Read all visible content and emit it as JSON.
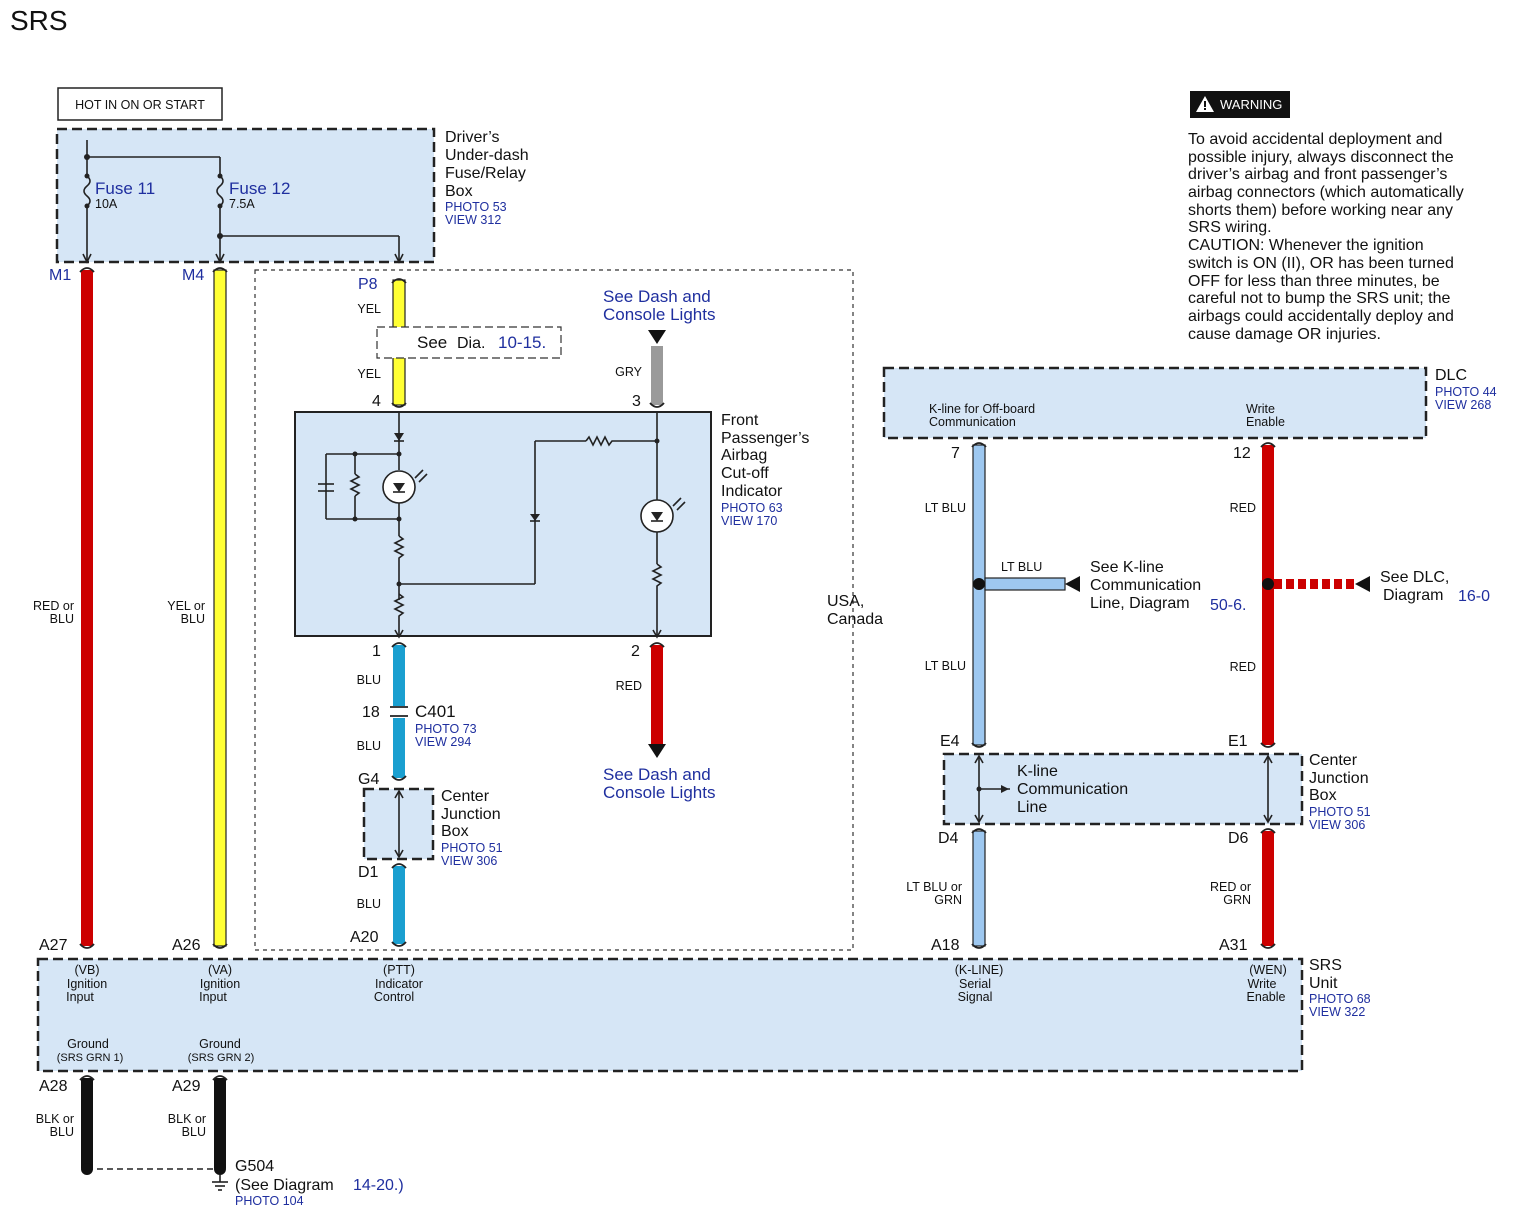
{
  "title": "SRS",
  "hot_label": "HOT IN ON OR START",
  "colors": {
    "red": "#cc0000",
    "yellow": "#ffff33",
    "blue": "#1a9fd0",
    "lt_blue": "#9ec8f0",
    "gray": "#9a9a9a",
    "black": "#111111",
    "box_fill": "#d6e6f6",
    "link": "#1f2f9f"
  },
  "fuse_box": {
    "name": [
      "Driver’s",
      "Under-dash",
      "Fuse/Relay",
      "Box"
    ],
    "photo": "PHOTO 53",
    "view": "VIEW 312",
    "fuse11": {
      "label": "Fuse 11",
      "rating": "10A"
    },
    "fuse12": {
      "label": "Fuse 12",
      "rating": "7.5A"
    }
  },
  "pins": {
    "m1": "M1",
    "m4": "M4",
    "p8": "P8",
    "p4": "4",
    "p3": "3",
    "p1": "1",
    "p2": "2",
    "p18": "18",
    "g4": "G4",
    "d1": "D1",
    "a20": "A20",
    "a27": "A27",
    "a26": "A26",
    "a28": "A28",
    "a29": "A29",
    "p7": "7",
    "p12": "12",
    "e4": "E4",
    "e1": "E1",
    "d4": "D4",
    "d6": "D6",
    "a18": "A18",
    "a31": "A31"
  },
  "wires": {
    "red_or_blu": [
      "RED or",
      "BLU"
    ],
    "yel_or_blu": [
      "YEL or",
      "BLU"
    ],
    "yel_top": "YEL",
    "yel_bottom": "YEL",
    "gry": "GRY",
    "blu_1": "BLU",
    "blu_2": "BLU",
    "blu_3": "BLU",
    "red_mid": "RED",
    "lt_blu_1": "LT BLU",
    "lt_blu_2": "LT BLU",
    "lt_blu_branch": "LT BLU",
    "red_r1": "RED",
    "red_r2": "RED",
    "lt_blu_or_grn": [
      "LT BLU or",
      "GRN"
    ],
    "red_or_grn": [
      "RED or",
      "GRN"
    ],
    "blk_or_blu_1": [
      "BLK or",
      "BLU"
    ],
    "blk_or_blu_2": [
      "BLK or",
      "BLU"
    ]
  },
  "see_dia": {
    "see": "See",
    "dia": "Dia.",
    "num": "10-15."
  },
  "dash_lights_top": [
    "See Dash and",
    "Console Lights"
  ],
  "dash_lights_bottom": [
    "See Dash and",
    "Console Lights"
  ],
  "indicator": {
    "name": [
      "Front",
      "Passenger’s",
      "Airbag",
      "Cut-off",
      "Indicator"
    ],
    "photo": "PHOTO 63",
    "view": "VIEW 170"
  },
  "c401": {
    "name": "C401",
    "photo": "PHOTO 73",
    "view": "VIEW 294"
  },
  "cjb_left": {
    "name": [
      "Center",
      "Junction",
      "Box"
    ],
    "photo": "PHOTO 51",
    "view": "VIEW 306"
  },
  "region_label": [
    "USA,",
    "Canada"
  ],
  "warning": {
    "badge": "WARNING",
    "lines": [
      "To avoid accidental deployment and",
      "possible injury, always disconnect the",
      "driver’s airbag and front passenger’s",
      "airbag connectors (which automatically",
      "shorts them) before working near any",
      "SRS wiring.",
      "CAUTION: Whenever the ignition",
      "switch is ON (II), OR has been turned",
      "OFF for less than three minutes, be",
      "careful not to bump the SRS unit; the",
      "airbags could accidentally deploy and",
      "cause damage OR injuries."
    ]
  },
  "dlc": {
    "name": "DLC",
    "photo": "PHOTO 44",
    "view": "VIEW 268",
    "kline": [
      "K-line for Off-board",
      "Communication"
    ],
    "write": [
      "Write",
      "Enable"
    ]
  },
  "see_kline": {
    "lines": [
      "See K-line",
      "Communication"
    ],
    "line3": "Line, Diagram",
    "num": "50-6."
  },
  "see_dlc": {
    "line1": "See DLC,",
    "line2": "Diagram",
    "num": "16-0"
  },
  "cjb_right": {
    "name": [
      "Center",
      "Junction",
      "Box"
    ],
    "photo": "PHOTO 51",
    "view": "VIEW 306",
    "inner": [
      "K-line",
      "Communication",
      "Line"
    ]
  },
  "srs_unit": {
    "name": [
      "SRS",
      "Unit"
    ],
    "photo": "PHOTO 68",
    "view": "VIEW 322",
    "vb": [
      "(VB)",
      "Ignition",
      "Input"
    ],
    "va": [
      "(VA)",
      "Ignition",
      "Input"
    ],
    "ptt": [
      "(PTT)",
      "Indicator",
      "Control"
    ],
    "kline": [
      "(K-LINE)",
      "Serial",
      "Signal"
    ],
    "wen": [
      "(WEN)",
      "Write",
      "Enable"
    ],
    "gnd1": [
      "Ground",
      "(SRS GRN 1)"
    ],
    "gnd2": [
      "Ground",
      "(SRS GRN 2)"
    ]
  },
  "ground": {
    "name": "G504",
    "see": "(See Diagram",
    "num": "14-20.)",
    "photo": "PHOTO 104"
  }
}
